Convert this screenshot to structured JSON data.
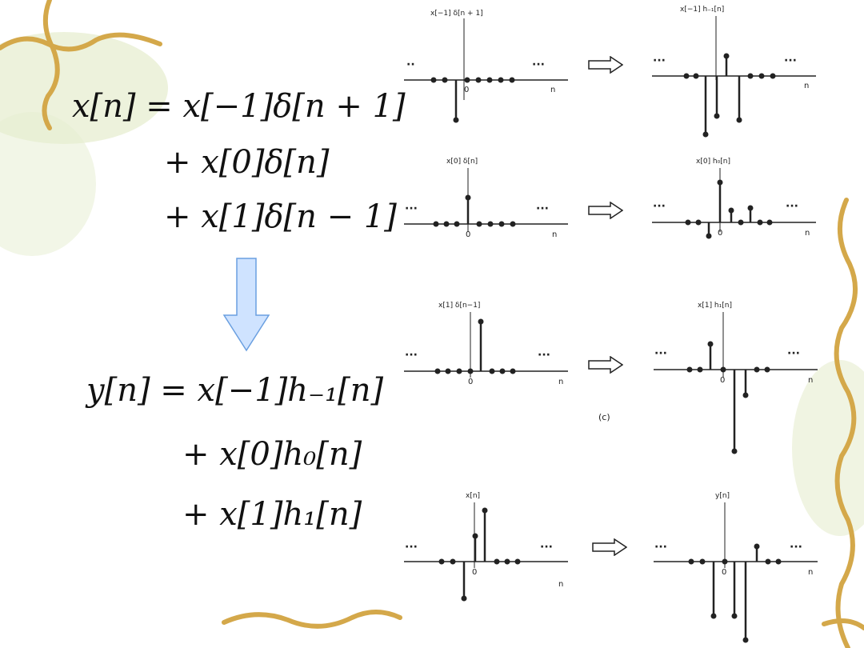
{
  "equations": {
    "x_line1": "x[n] = x[−1]δ[n + 1]",
    "x_line2": "+ x[0]δ[n]",
    "x_line3": "+ x[1]δ[n − 1]",
    "y_line1": "y[n] = x[−1]h₋₁[n]",
    "y_line2": "+ x[0]h₀[n]",
    "y_line3": "+ x[1]h₁[n]"
  },
  "plots": {
    "row1_left_title": "x[−1] δ[n + 1]",
    "row1_right_title": "x[−1] h₋₁[n]",
    "row2_left_title": "x[0] δ[n]",
    "row2_right_title": "x[0] h₀[n]",
    "row3_left_title": "x[1] δ[n−1]",
    "row3_right_title": "x[1] h₁[n]",
    "row4_left_title": "x[n]",
    "row4_right_title": "y[n]",
    "zero_label": "0",
    "n_label": "n",
    "ellipsis": "···",
    "ellipsis_short": "··"
  },
  "caption": "(c)",
  "colors": {
    "arrow_fill": "#cfe3ff",
    "arrow_stroke": "#6a9fe0",
    "vine": "#d4a84a",
    "leaf": "#c8d89a"
  },
  "arrows": {
    "down_arrow_icon": "down-arrow-icon",
    "right_arrow_icon": "right-arrow-icon"
  }
}
